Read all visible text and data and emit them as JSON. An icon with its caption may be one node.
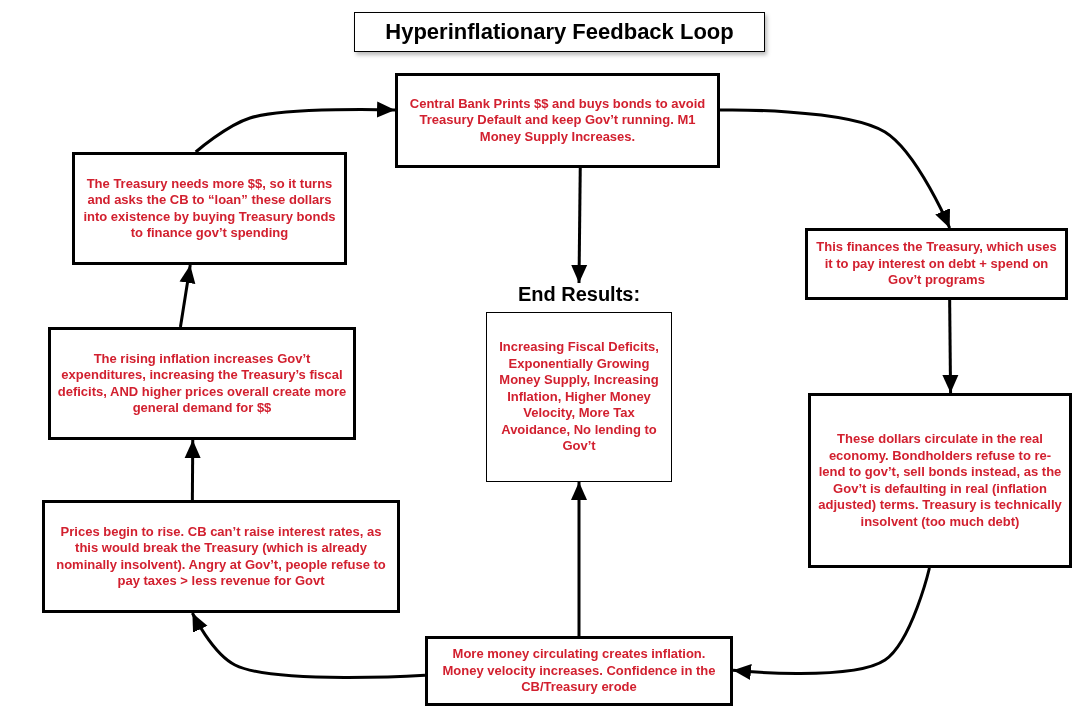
{
  "diagram": {
    "title": "Hyperinflationary Feedback Loop",
    "nodes": [
      {
        "text": [
          "Central Bank Prints $$ and buys bonds to avoid Treasury Default and keep Gov’t running. M1 Money Supply Increases."
        ]
      },
      {
        "text": [
          "This finances the Treasury, which uses it to pay interest on debt + spend on Gov’t programs"
        ]
      },
      {
        "text": [
          "These dollars circulate in the real economy. Bondholders refuse to re-lend to gov’t, sell bonds instead, as the Gov’t is defaulting in real (inflation adjusted) terms. Treasury is technically insolvent (too much debt)"
        ]
      },
      {
        "text": [
          "More money circulating creates inflation. Money velocity increases. Confidence in the CB/Treasury erode"
        ]
      },
      {
        "text": [
          "Prices begin to rise. CB can’t raise interest rates, as this would break the Treasury (which is already nominally insolvent). Angry at Gov’t, people refuse to pay taxes > less revenue for Govt"
        ]
      },
      {
        "text": [
          "The rising inflation increases Gov’t expenditures, increasing the Treasury’s fiscal deficits, AND higher prices overall create more general demand for $$"
        ]
      },
      {
        "text": [
          "The Treasury needs more $$, so it turns and asks the CB to “loan” these dollars into existence by buying Treasury bonds to finance gov’t spending"
        ]
      },
      {
        "text": [
          "End Results:",
          "Increasing Fiscal Deficits, Exponentially Growing Money Supply, Increasing Inflation, Higher Money Velocity, More Tax Avoidance, No lending to Gov’t"
        ]
      }
    ],
    "edges": [
      {
        "from": 6,
        "to": 0,
        "arrow": "to"
      },
      {
        "from": 0,
        "to": 1,
        "arrow": "to"
      },
      {
        "from": 0,
        "to": 7,
        "arrow": "to"
      },
      {
        "from": 1,
        "to": 2,
        "arrow": "to"
      },
      {
        "from": 2,
        "to": 3,
        "arrow": "to"
      },
      {
        "from": 3,
        "to": 4,
        "arrow": "to"
      },
      {
        "from": 4,
        "to": 5,
        "arrow": "to"
      },
      {
        "from": 5,
        "to": 6,
        "arrow": "to"
      },
      {
        "from": 3,
        "to": 7,
        "arrow": "to"
      }
    ]
  }
}
